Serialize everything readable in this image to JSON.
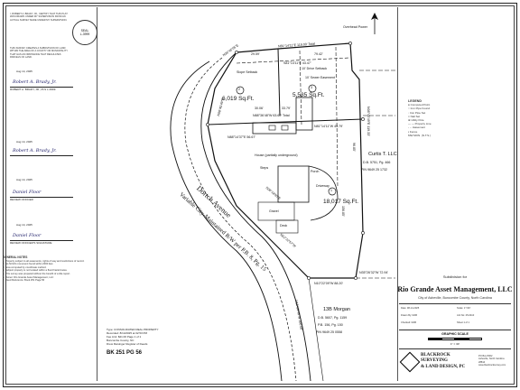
{
  "seal": {
    "line1": "SEAL",
    "line2": "L-3999"
  },
  "certs": [
    "I, ROBERT A. BRADY, JR., CERTIFY THAT THIS PLAT WAS DRAWN UNDER MY SUPERVISION FROM AN ACTUAL SURVEY MADE UNDER MY SUPERVISION.",
    "THIS SURVEY CREATES A SUBDIVISION OF LAND WITHIN THE AREA OF A COUNTY OR MUNICIPALITY THAT HAS AN ORDINANCE THAT REGULATES PARCELS OF LAND."
  ],
  "dates": [
    "Aug 14, 2025",
    "Aug 14, 2025",
    "Aug 14, 2025",
    "Aug 14, 2025"
  ],
  "signers": [
    "Robert A. Brady, Jr.",
    "Robert A. Brady, Jr.",
    "Daniel Floor",
    "Daniel Floor"
  ],
  "roles": [
    "ROBERT A. BRADY, JR., PLS L-3999",
    "REVIEW OFFICER",
    "REVIEW OFFICER'S SIGNATURE"
  ],
  "general_notes": {
    "title": "GENERAL NOTES",
    "items": [
      "1. Property subject to all easements, rights of way and restrictions of record.",
      "2. No NCGS monument found within 2000 feet.",
      "3. Area computed by coordinate method.",
      "4. Subject property is not located within a flood hazard area.",
      "5. This survey was prepared without the benefit of a title report.",
      "6. Owner: Rio Grande Asset Management, LLC",
      "7. Deed Reference: Book 251 Page 56"
    ]
  },
  "lots": [
    {
      "id": "2",
      "area": "6,019 Sq.Ft."
    },
    {
      "id": "3",
      "area": "5,535 Sq.Ft."
    },
    {
      "id": "1",
      "area": "18,017 Sq.Ft."
    }
  ],
  "bearings": [
    "N81°14'11\"E 119.00' Total",
    "N88°36'48\"W 63.60' Total",
    "N88°14'37\"E 56.67'",
    "N81°14'11\"W 45.79'",
    "S81°14'11\"E 43.47'",
    "N08°45'49\"E",
    "N10°22'09\"W 88.20'",
    "S08°18'50\"E",
    "N36°45'05\"E",
    "N15°39'48\"W 100.00'",
    "N62°22'57\"W",
    "N35°26'32\"W 72.94'",
    "N08°45'49\"E 119.33'"
  ],
  "dims": [
    "29.59'",
    "79.42'",
    "30.06'",
    "33.79'",
    "96.85'",
    "156.85'"
  ],
  "adjoiners": [
    {
      "name": "Curtis T. LLC",
      "db": "D.B. 5751, Pg. 466",
      "pin": "PIN 9649 25 1732"
    },
    {
      "name": "13B Morgan",
      "db": "D.B. 5607, Pg. 1159",
      "pb": "P.B. 156, Pg. 150",
      "pin": "PIN 9649 25 0558"
    }
  ],
  "street": {
    "name": "Dortch Avenue",
    "sub": "Variable City-Maintained R/W per P.B. 8, Pg. 15"
  },
  "map_notes": [
    "House (partially underground)",
    "10' Drive Setback",
    "10' Sewer Easement",
    "Slope Setback",
    "Overhead Power",
    "Driveway",
    "Gravel",
    "Porch",
    "Deck",
    "Steps"
  ],
  "deed_block": [
    "Type: CONSOLIDATED REAL PROPERTY",
    "Recorded: 8/14/2025 at 02:53 PM",
    "Fee Amt: $21.00  Page 1 of 1",
    "Buncombe County, NC",
    "Drew Reisinger Register of Deeds"
  ],
  "book_ref": "BK 251  PG 56",
  "legend": {
    "title": "LEGEND",
    "items": [
      "● Computed Point",
      "○ Iron Pipe Found",
      "◦ Iron Pipe Set",
      "× Nail Set",
      "⊕ Utility Pole",
      "— — Property Line",
      "- - - Easement",
      "▪ Fence",
      "MW MON. (N.T.S.)"
    ]
  },
  "title_block": {
    "sub": "Subdivision for",
    "name": "Rio Grande Asset Management, LLC",
    "location": "City of Asheville, Buncombe County, North Carolina",
    "scale_title": "GRAPHIC SCALE",
    "scale_units": "1\" = 30'",
    "grid": [
      "Date: 08-14-2025",
      "Drawn By: RAB",
      "Checked: RAB",
      "Scale: 1\"=30'",
      "Job No: 25-0410",
      "Sheet 1 of 1"
    ]
  },
  "firm": {
    "name": [
      "BLACKROCK",
      "SURVEYING",
      "& LAND DESIGN, PC"
    ],
    "addr": [
      "PO Box 8302",
      "Asheville, North Carolina",
      "28814",
      "www.blackrocksurvey.com"
    ]
  },
  "colors": {
    "line": "#111111",
    "sig": "#1a1a66"
  }
}
